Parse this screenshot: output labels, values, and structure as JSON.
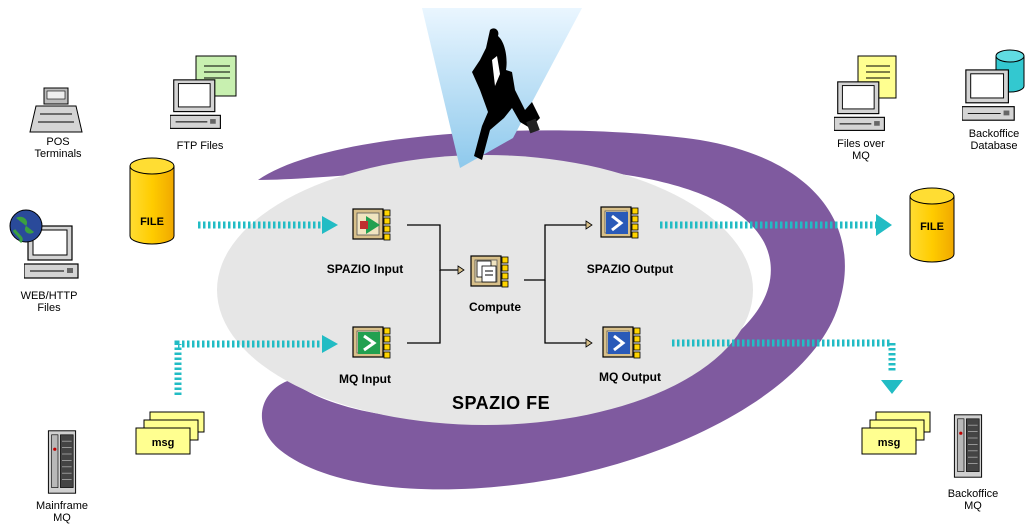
{
  "diagram": {
    "title": "SPAZIO FE",
    "nodes": {
      "spazio_input": "SPAZIO Input",
      "mq_input": "MQ Input",
      "compute": "Compute",
      "spazio_output": "SPAZIO Output",
      "mq_output": "MQ Output"
    },
    "sources": {
      "pos_line1": "POS",
      "pos_line2": "Terminals",
      "ftp": "FTP Files",
      "web_line1": "WEB/HTTP",
      "web_line2": "Files",
      "mainframe_line1": "Mainframe",
      "mainframe_line2": "MQ"
    },
    "targets": {
      "files_mq_line1": "Files over",
      "files_mq_line2": "MQ",
      "backoffice_db_line1": "Backoffice",
      "backoffice_db_line2": "Database",
      "backoffice_mq_line1": "Backoffice",
      "backoffice_mq_line2": "MQ"
    },
    "file_label": "FILE",
    "msg_label": "msg"
  },
  "colors": {
    "ring": "#7f5a9f",
    "ellipse": "#e6e6e6",
    "arrow": "#22bcc4",
    "file_cylinder": "#ffcc00",
    "node_bg": "#d8c08a",
    "db_cyan": "#33c8d0",
    "document_green": "#c8f0b0",
    "document_yellow": "#ffff90",
    "sky_top": "#eaf6ff",
    "sky_bottom": "#99cfee"
  },
  "icons": [
    "pos-terminal-icon",
    "ftp-computer-icon",
    "web-computer-icon",
    "mainframe-icon",
    "file-cylinder-icon",
    "message-stack-icon",
    "businessman-icon",
    "database-icon",
    "node-icon"
  ]
}
